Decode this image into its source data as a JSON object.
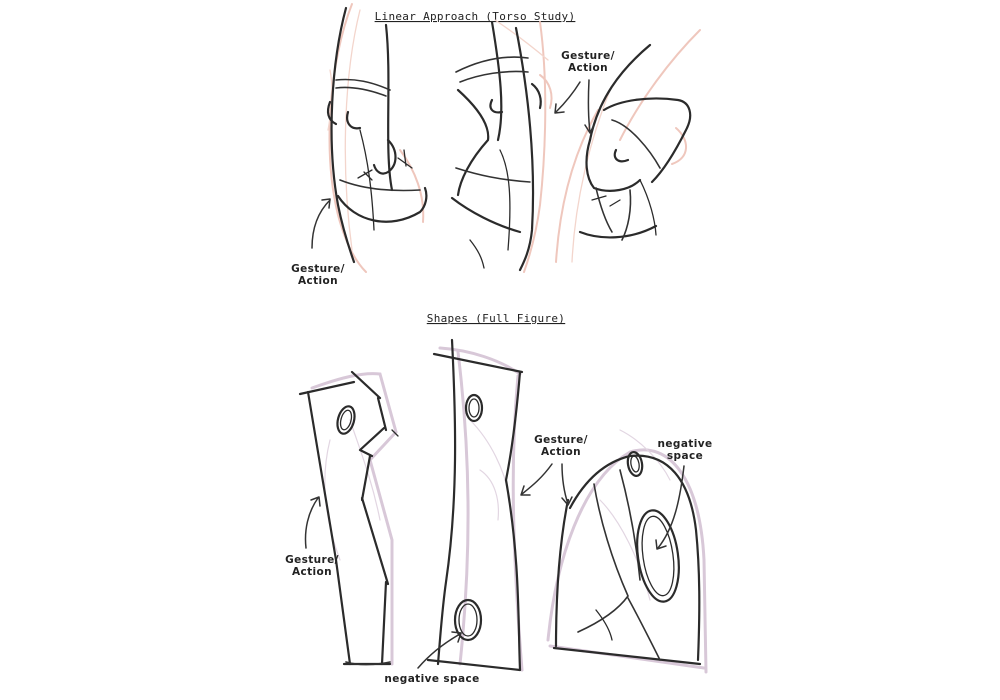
{
  "torso_section": {
    "title": "Linear Approach (Torso Study)",
    "labels": {
      "gesture_left_line1": "Gesture/",
      "gesture_left_line2": "Action",
      "gesture_right_line1": "Gesture/",
      "gesture_right_line2": "Action"
    }
  },
  "figure_section": {
    "title": "Shapes (Full Figure)",
    "labels": {
      "gesture_left_line1": "Gesture/",
      "gesture_left_line2": "Action",
      "gesture_mid_line1": "Gesture/",
      "gesture_mid_line2": "Action",
      "negative_space_top_line1": "negative",
      "negative_space_top_line2": "space",
      "negative_space_bottom": "negative space"
    }
  },
  "colors": {
    "ink": "#2b2b2b",
    "torso_guide": "#efc7bd",
    "figure_guide": "#d8c8d8"
  }
}
